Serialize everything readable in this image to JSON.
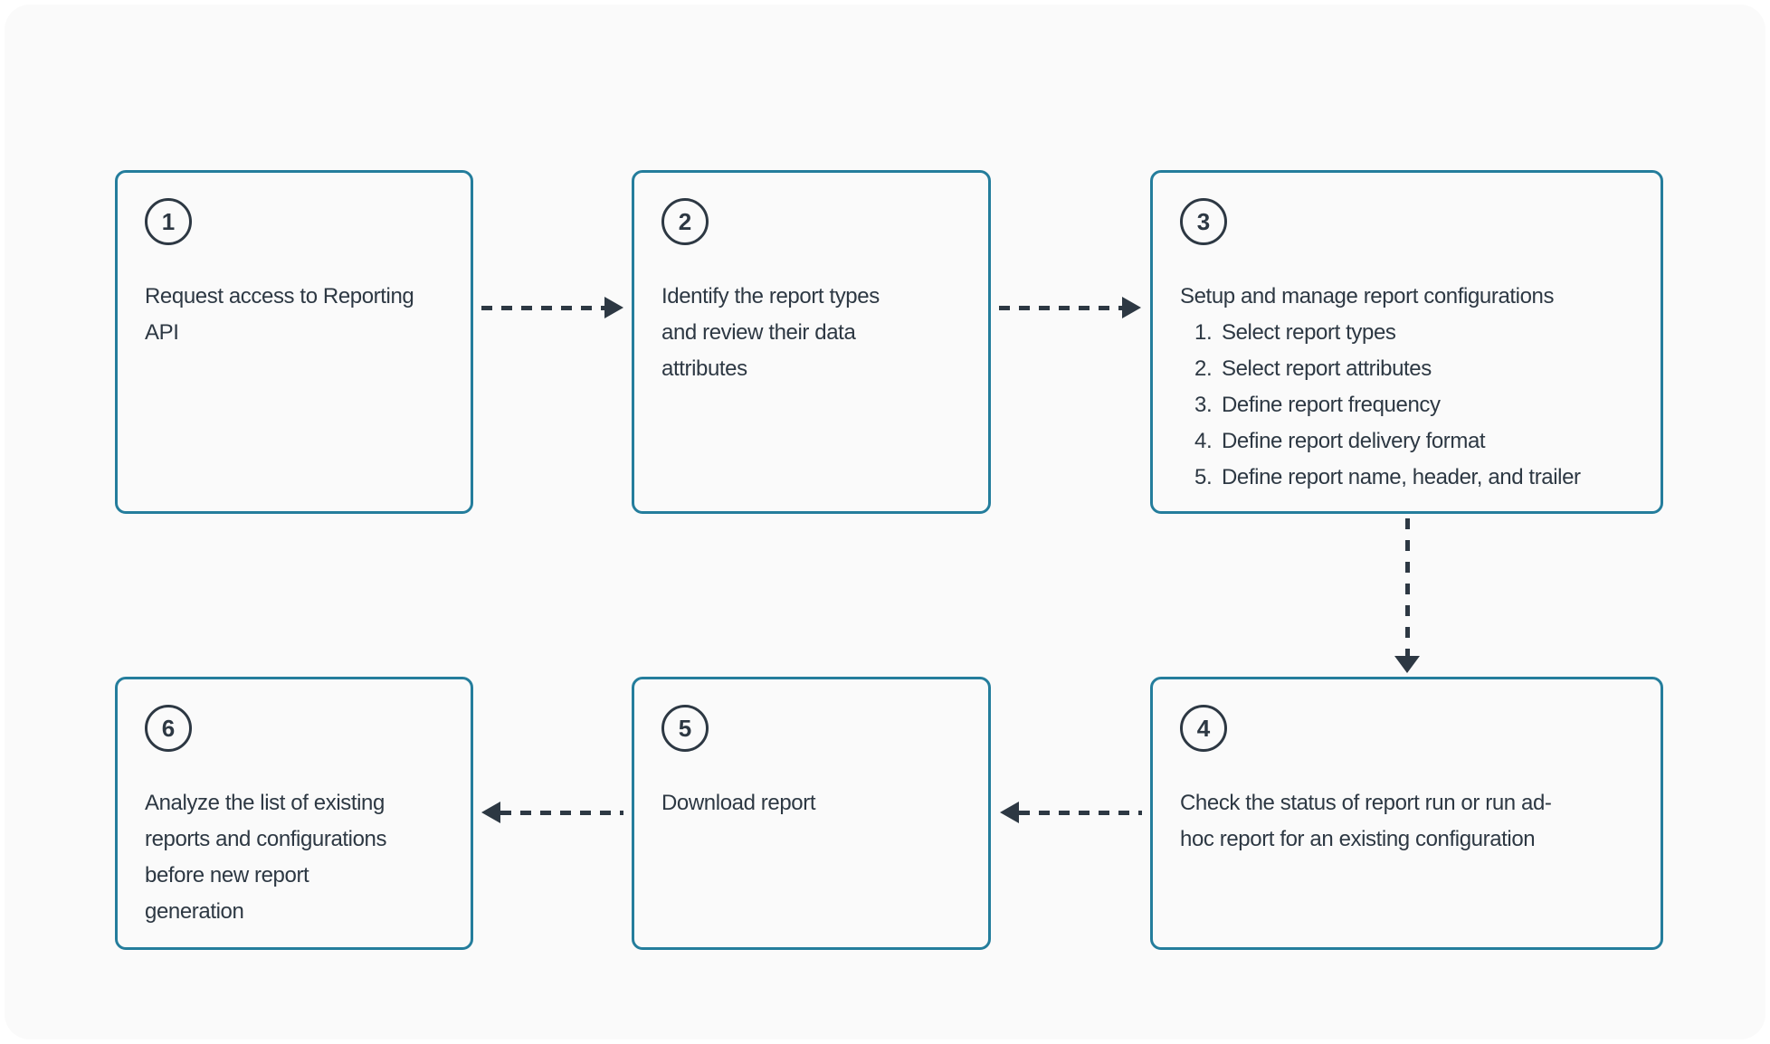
{
  "theme": {
    "accent_teal": "#247d9c",
    "ink": "#2d3843",
    "panel_background": "#fafafa",
    "page_background": "#ffffff"
  },
  "diagram": {
    "type": "flowchart",
    "steps": [
      {
        "number": "1",
        "text": "Request access to Reporting\nAPI"
      },
      {
        "number": "2",
        "text": "Identify the report types\nand review their data\nattributes"
      },
      {
        "number": "3",
        "text": "Setup and manage report configurations",
        "list": [
          {
            "num": "1.",
            "text": "Select report types"
          },
          {
            "num": "2.",
            "text": "Select report attributes"
          },
          {
            "num": "3.",
            "text": "Define report frequency"
          },
          {
            "num": "4.",
            "text": "Define report delivery format"
          },
          {
            "num": "5.",
            "text": "Define report name, header, and trailer"
          }
        ]
      },
      {
        "number": "4",
        "text": "Check the status of report run or run ad-\nhoc report for an existing configuration"
      },
      {
        "number": "5",
        "text": "Download report"
      },
      {
        "number": "6",
        "text": "Analyze the list of existing\nreports and configurations\nbefore new report\ngeneration"
      }
    ],
    "arrows": [
      {
        "from": "1",
        "to": "2",
        "direction": "right",
        "style": "dashed"
      },
      {
        "from": "2",
        "to": "3",
        "direction": "right",
        "style": "dashed"
      },
      {
        "from": "3",
        "to": "4",
        "direction": "down",
        "style": "dashed"
      },
      {
        "from": "4",
        "to": "5",
        "direction": "left",
        "style": "dashed"
      },
      {
        "from": "5",
        "to": "6",
        "direction": "left",
        "style": "dashed"
      }
    ]
  }
}
